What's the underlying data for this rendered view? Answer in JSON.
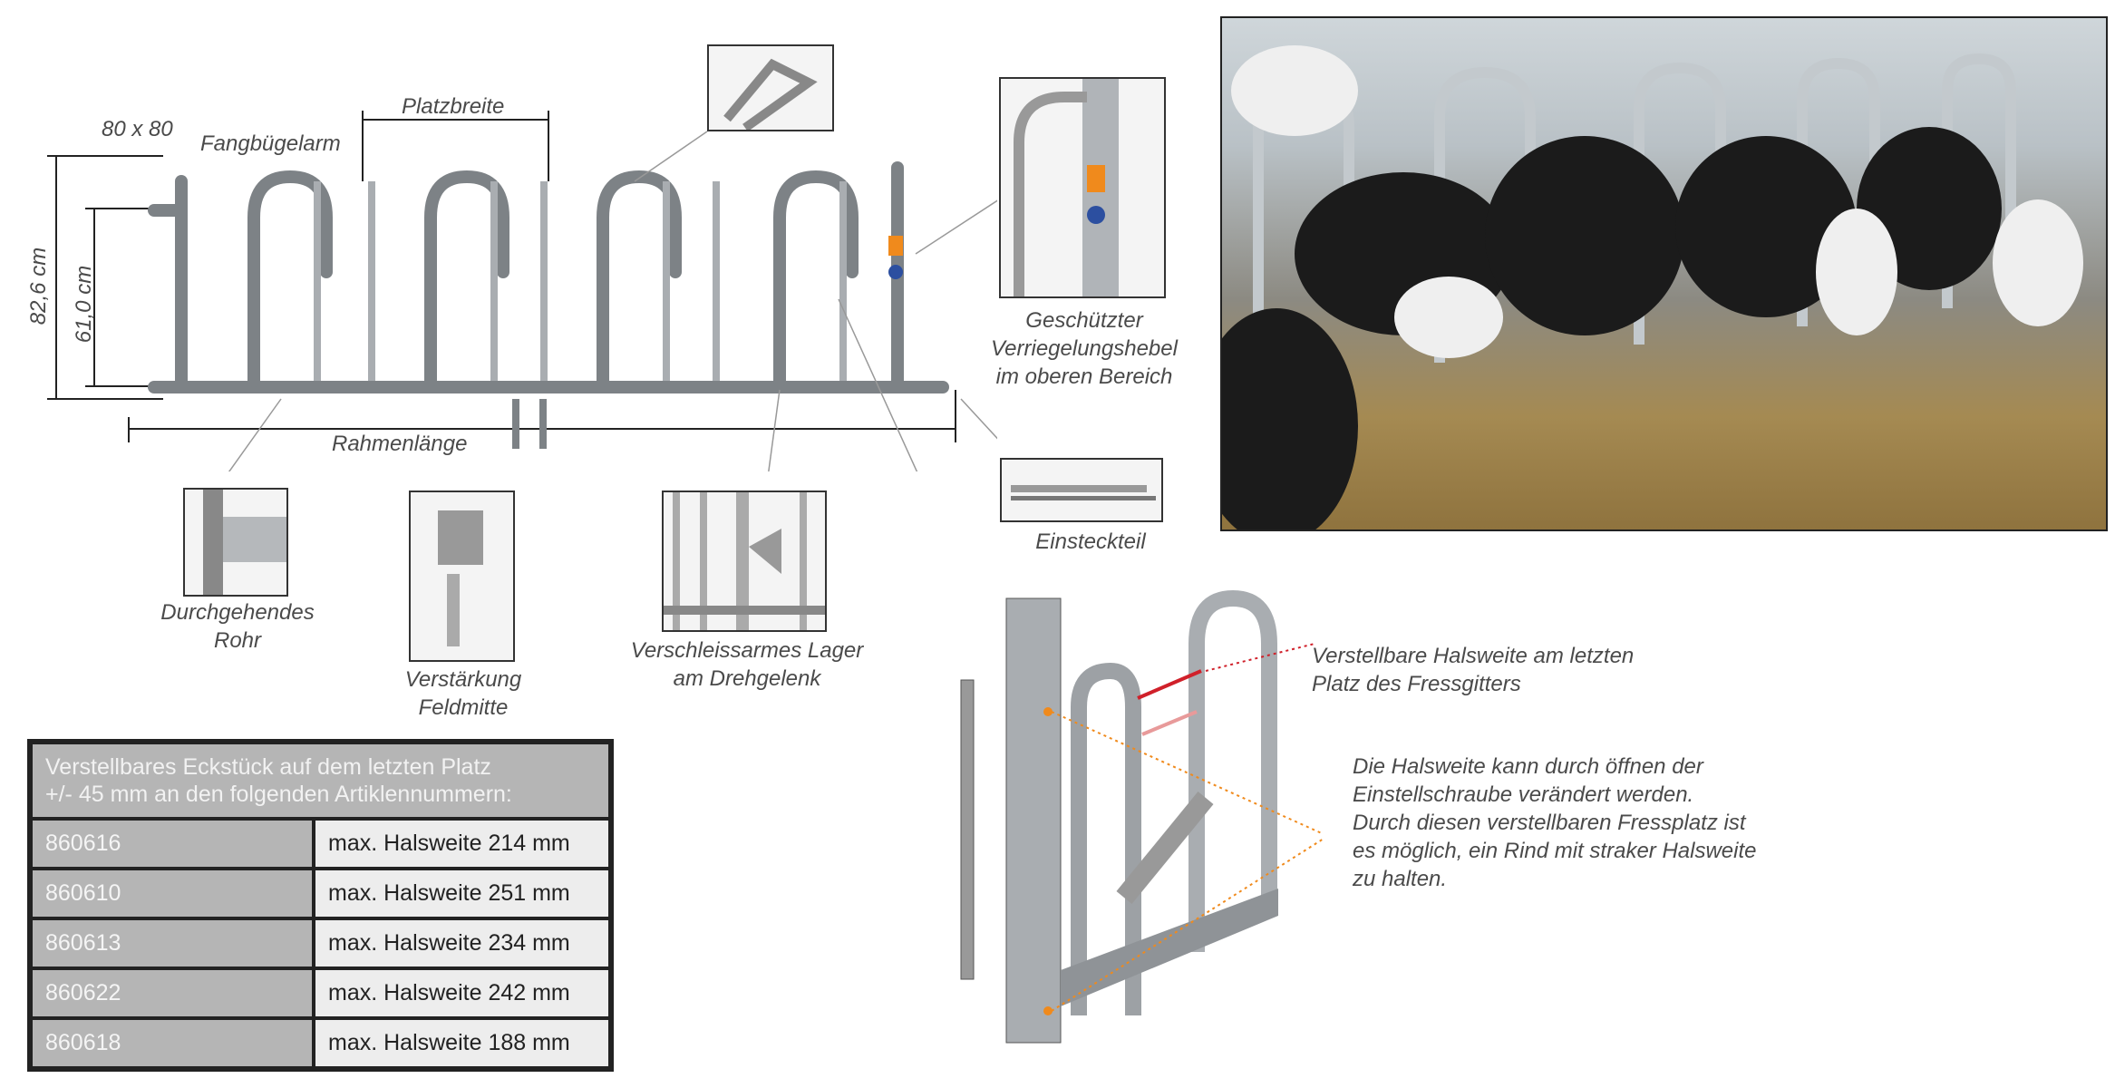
{
  "gate_labels": {
    "profile": "80 x 80",
    "arm": "Fangbügelarm",
    "width": "Platzbreite",
    "height_total": "82,6 cm",
    "height_inner": "61,0 cm",
    "frame_length": "Rahmenlänge"
  },
  "callouts": {
    "lever": [
      "Geschützter",
      "Verriegelungshebel",
      "im oberen Bereich"
    ],
    "insert": "Einsteckteil",
    "pipe": [
      "Durchgehendes",
      "Rohr"
    ],
    "reinforcement": [
      "Verstärkung",
      "Feldmitte"
    ],
    "bearing": [
      "Verschleissarmes Lager",
      "am Drehgelenk"
    ]
  },
  "detail": {
    "title": [
      "Verstellbare Halsweite am letzten",
      "Platz des Fressgitters"
    ],
    "description": [
      "Die Halsweite kann durch öffnen der",
      "Einstellschraube verändert werden.",
      "Durch diesen verstellbaren Fressplatz ist",
      "es möglich, ein Rind mit straker Halsweite",
      "zu halten."
    ]
  },
  "table": {
    "header": [
      "Verstellbares Eckstück auf dem letzten Platz",
      "+/- 45 mm an den folgenden Artiklennummern:"
    ],
    "rows": [
      {
        "article": "860616",
        "value": "max. Halsweite 214 mm"
      },
      {
        "article": "860610",
        "value": "max. Halsweite 251 mm"
      },
      {
        "article": "860613",
        "value": "max. Halsweite 234 mm"
      },
      {
        "article": "860622",
        "value": "max. Halsweite 242 mm"
      },
      {
        "article": "860618",
        "value": "max. Halsweite 188 mm"
      }
    ]
  },
  "colors": {
    "accent_red": "#d0202a",
    "accent_orange": "#f08a1c",
    "steel": "#a9adb1"
  }
}
